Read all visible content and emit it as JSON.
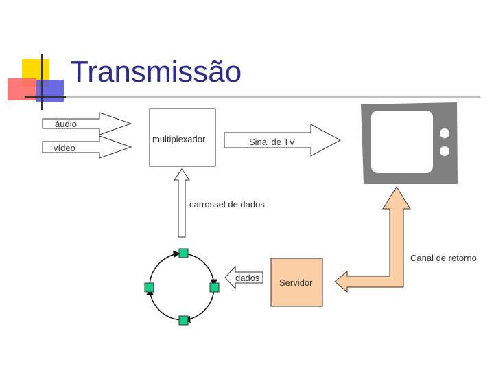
{
  "slide": {
    "title": "Transmissão"
  },
  "diagram": {
    "inputs": {
      "audio": "áudio",
      "video": "vídeo"
    },
    "multiplexer": "multiplexador",
    "tv_signal": "Sinal de TV",
    "carousel": "carrossel de dados",
    "return_channel": "Canal de retorno",
    "data": "dados",
    "server": "Servidor"
  },
  "colors": {
    "title": "#2b2b8a",
    "server_fill": "#fbcfa6",
    "node_fill": "#1ccb8a",
    "return_arrow_fill": "#fbcfa6",
    "tv_body": "#808080",
    "logo_yellow": "#ffd800",
    "logo_red": "#ff6a6a",
    "logo_blue": "#5a5ae0"
  },
  "icons": {
    "tv": "television-icon",
    "logo": "slide-logo-squares"
  }
}
